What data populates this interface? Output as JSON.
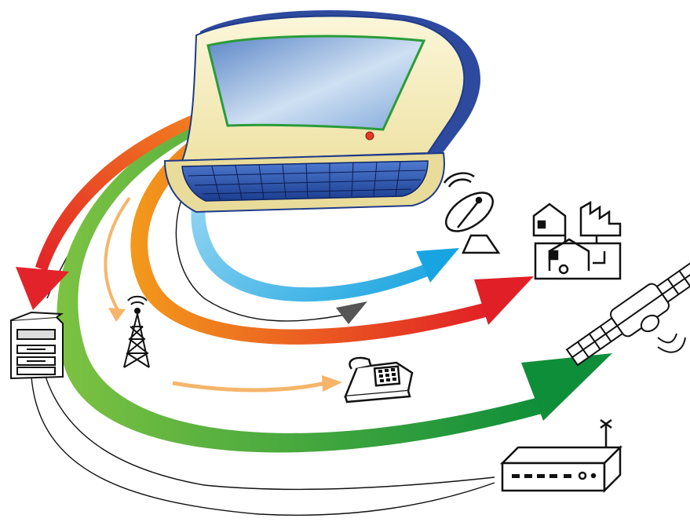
{
  "diagram": {
    "hub": {
      "icon": "laptop-icon"
    },
    "connections": [
      {
        "target": "printer",
        "color": "#e53a26",
        "style": "gradient-arrow"
      },
      {
        "target": "satellite-dish",
        "color": "#27aee6",
        "style": "gradient-arrow"
      },
      {
        "target": "buildings",
        "color": "#e02828",
        "style": "gradient-arrow"
      },
      {
        "target": "satellite",
        "color": "#1d9a3c",
        "style": "gradient-arrow"
      },
      {
        "target": "phone",
        "color": "#f4a24a",
        "style": "thin-arrow"
      },
      {
        "target": "radio-tower",
        "color": "#f4a24a",
        "style": "thin-arrow"
      },
      {
        "target": "dish-gray",
        "color": "#555555",
        "style": "line-arrow"
      },
      {
        "target": "router",
        "color": "#111111",
        "style": "line-arrow"
      }
    ],
    "devices": [
      {
        "name": "printer",
        "icon": "printer-icon"
      },
      {
        "name": "radio-tower",
        "icon": "radio-tower-icon"
      },
      {
        "name": "satellite-dish",
        "icon": "satellite-dish-icon"
      },
      {
        "name": "buildings",
        "icon": "buildings-icon"
      },
      {
        "name": "satellite",
        "icon": "satellite-icon"
      },
      {
        "name": "phone",
        "icon": "phone-icon"
      },
      {
        "name": "router",
        "icon": "router-icon"
      }
    ],
    "colors": {
      "laptop_body": "#f8efc0",
      "laptop_frame": "#2e4a9e",
      "screen": "#a9c7ea",
      "screen_border": "#2b9b3a",
      "keyboard": "#2a4fa8",
      "power_button": "#e23b2a"
    }
  }
}
